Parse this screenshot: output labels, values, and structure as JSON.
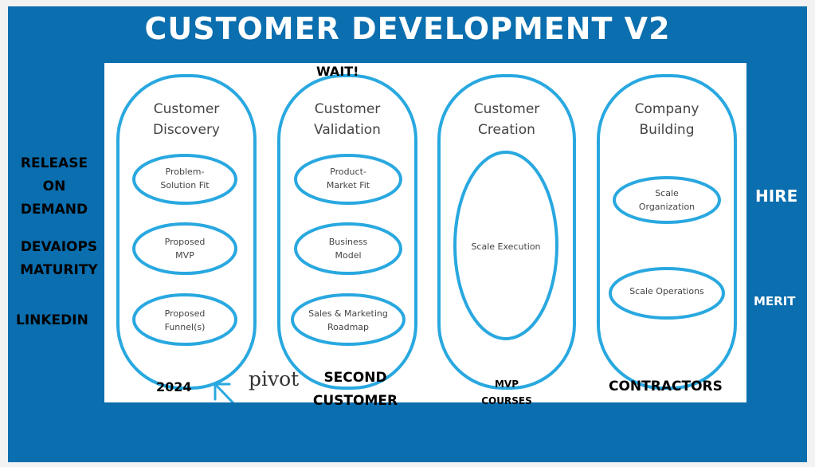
{
  "title": "CUSTOMER DEVELOPMENT V2",
  "notes": {
    "wait": "WAIT!",
    "release": "RELEASE",
    "on": "ON",
    "demand": "DEMAND",
    "devaiops": "DEVAIOPS",
    "maturity": "MATURITY",
    "linkedin": "LINKEDIN",
    "hire": "HIRE",
    "merit": "MERIT",
    "year": "2024",
    "pivot": "pivot",
    "second": "SECOND",
    "customer": "CUSTOMER",
    "mvp": "MVP",
    "courses": "COURSES",
    "contractors": "CONTRACTORS"
  },
  "stages": [
    {
      "line1": "Customer",
      "line2": "Discovery",
      "items": [
        {
          "l1": "Problem-",
          "l2": "Solution Fit"
        },
        {
          "l1": "Proposed",
          "l2": "MVP"
        },
        {
          "l1": "Proposed",
          "l2": "Funnel(s)"
        }
      ]
    },
    {
      "line1": "Customer",
      "line2": "Validation",
      "items": [
        {
          "l1": "Product-",
          "l2": "Market Fit"
        },
        {
          "l1": "Business",
          "l2": "Model"
        },
        {
          "l1": "Sales & Marketing",
          "l2": "Roadmap"
        }
      ]
    },
    {
      "line1": "Customer",
      "line2": "Creation",
      "items": [
        {
          "l1": "Scale Execution"
        }
      ]
    },
    {
      "line1": "Company",
      "line2": "Building",
      "items": [
        {
          "l1": "Scale",
          "l2": "Organization"
        },
        {
          "l1": "Scale Operations"
        }
      ]
    }
  ],
  "colors": {
    "frame": "#0b6eae",
    "stroke": "#29a8e0"
  }
}
